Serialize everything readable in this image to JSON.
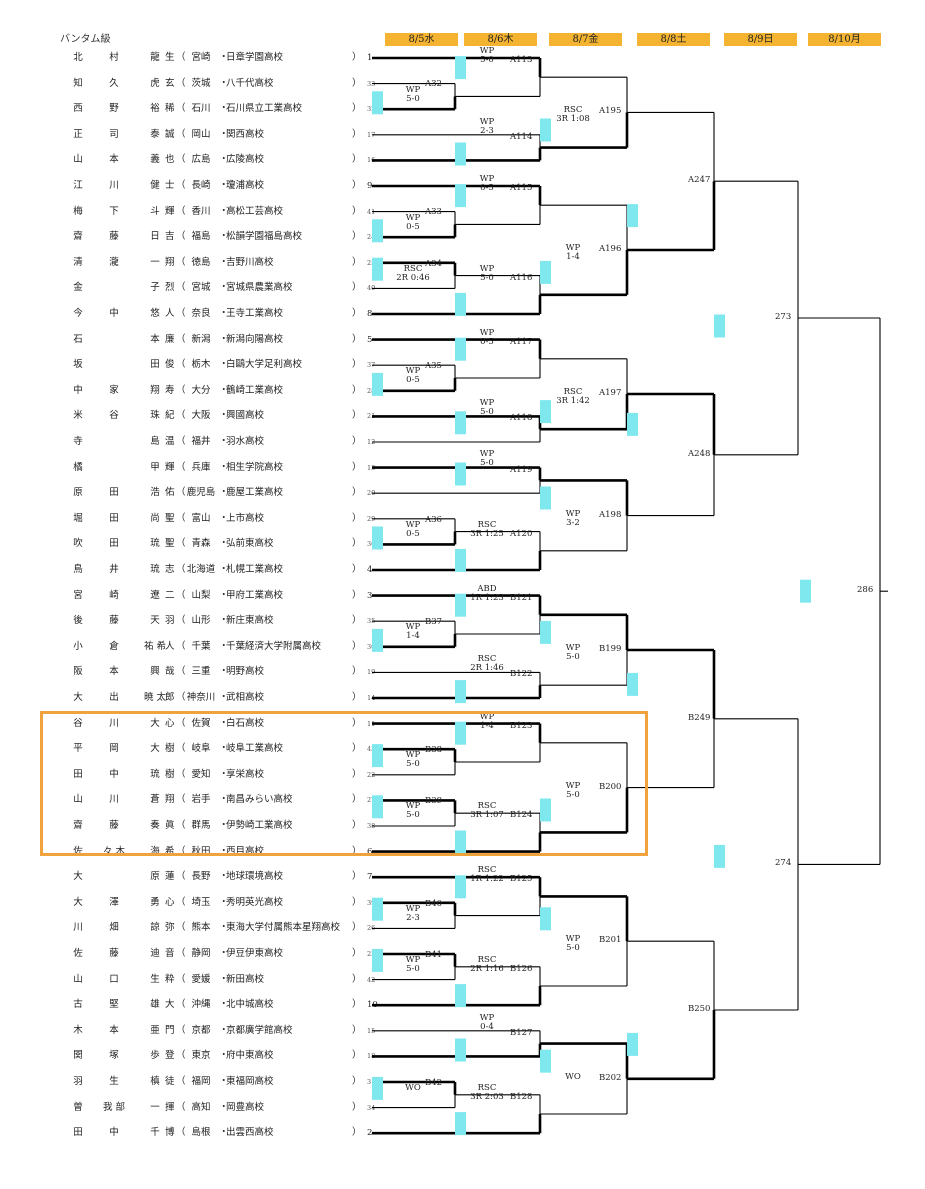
{
  "category": "バンタム級",
  "dates": [
    "8/5水",
    "8/6木",
    "8/7金",
    "8/8土",
    "8/9日",
    "8/10月"
  ],
  "colors": {
    "date_bg": "#f4b431",
    "mark": "#7fe8ee",
    "highlight": "#f0a23c"
  },
  "entrants": [
    {
      "n1": "北",
      "n2": "村",
      "n3": "龍",
      "n4": "生",
      "pref": "宮崎",
      "school": "日章学園高校",
      "seed": "1"
    },
    {
      "n1": "知",
      "n2": "久",
      "n3": "虎",
      "n4": "玄",
      "pref": "茨城",
      "school": "八千代高校",
      "seed": "33"
    },
    {
      "n1": "西",
      "n2": "野",
      "n3": "裕",
      "n4": "稀",
      "pref": "石川",
      "school": "石川県立工業高校",
      "seed": "32"
    },
    {
      "n1": "正",
      "n2": "司",
      "n3": "泰",
      "n4": "誠",
      "pref": "岡山",
      "school": "関西高校",
      "seed": "17"
    },
    {
      "n1": "山",
      "n2": "本",
      "n3": "義",
      "n4": "也",
      "pref": "広島",
      "school": "広陵高校",
      "seed": "16"
    },
    {
      "n1": "江",
      "n2": "川",
      "n3": "健",
      "n4": "士",
      "pref": "長崎",
      "school": "瓊浦高校",
      "seed": "9"
    },
    {
      "n1": "梅",
      "n2": "下",
      "n3": "斗",
      "n4": "輝",
      "pref": "香川",
      "school": "高松工芸高校",
      "seed": "41"
    },
    {
      "n1": "齋",
      "n2": "藤",
      "n3": "日",
      "n4": "吉",
      "pref": "福島",
      "school": "松韻学園福島高校",
      "seed": "24"
    },
    {
      "n1": "清",
      "n2": "瀧",
      "n3": "一",
      "n4": "翔",
      "pref": "徳島",
      "school": "吉野川高校",
      "seed": "25"
    },
    {
      "n1": "金",
      "n2": "",
      "n3": "子",
      "n4": "烈",
      "pref": "宮城",
      "school": "宮城県農業高校",
      "seed": "40"
    },
    {
      "n1": "今",
      "n2": "中",
      "n3": "悠",
      "n4": "人",
      "pref": "奈良",
      "school": "王寺工業高校",
      "seed": "8"
    },
    {
      "n1": "石",
      "n2": "",
      "n3": "本",
      "n4": "廉",
      "pref": "新潟",
      "school": "新潟向陽高校",
      "seed": "5"
    },
    {
      "n1": "坂",
      "n2": "",
      "n3": "田",
      "n4": "俊",
      "pref": "栃木",
      "school": "白鷗大学足利高校",
      "seed": "37"
    },
    {
      "n1": "中",
      "n2": "家",
      "n3": "翔",
      "n4": "寿",
      "pref": "大分",
      "school": "鶴崎工業高校",
      "seed": "28"
    },
    {
      "n1": "米",
      "n2": "谷",
      "n3": "珠",
      "n4": "紀",
      "pref": "大阪",
      "school": "興國高校",
      "seed": "21"
    },
    {
      "n1": "寺",
      "n2": "",
      "n3": "島",
      "n4": "温",
      "pref": "福井",
      "school": "羽水高校",
      "seed": "12"
    },
    {
      "n1": "橘",
      "n2": "",
      "n3": "甲",
      "n4": "輝",
      "pref": "兵庫",
      "school": "相生学院高校",
      "seed": "13"
    },
    {
      "n1": "原",
      "n2": "田",
      "n3": "浩",
      "n4": "佑",
      "pref": "鹿児島",
      "school": "鹿屋工業高校",
      "seed": "20"
    },
    {
      "n1": "堀",
      "n2": "田",
      "n3": "尚",
      "n4": "聖",
      "pref": "富山",
      "school": "上市高校",
      "seed": "29"
    },
    {
      "n1": "吹",
      "n2": "田",
      "n3": "琉",
      "n4": "聖",
      "pref": "青森",
      "school": "弘前東高校",
      "seed": "36"
    },
    {
      "n1": "鳥",
      "n2": "井",
      "n3": "琉",
      "n4": "志",
      "pref": "北海道",
      "school": "札幌工業高校",
      "seed": "4"
    },
    {
      "n1": "宮",
      "n2": "崎",
      "n3": "遼",
      "n4": "二",
      "pref": "山梨",
      "school": "甲府工業高校",
      "seed": "3"
    },
    {
      "n1": "後",
      "n2": "藤",
      "n3": "天",
      "n4": "羽",
      "pref": "山形",
      "school": "新庄東高校",
      "seed": "35"
    },
    {
      "n1": "小",
      "n2": "倉",
      "n3": "祐 希",
      "n4": "人",
      "pref": "千葉",
      "school": "千葉経済大学附属高校",
      "seed": "30"
    },
    {
      "n1": "阪",
      "n2": "本",
      "n3": "興",
      "n4": "哉",
      "pref": "三重",
      "school": "明野高校",
      "seed": "19"
    },
    {
      "n1": "大",
      "n2": "出",
      "n3": "暁 太",
      "n4": "郎",
      "pref": "神奈川",
      "school": "武相高校",
      "seed": "14"
    },
    {
      "n1": "谷",
      "n2": "川",
      "n3": "大",
      "n4": "心",
      "pref": "佐賀",
      "school": "白石高校",
      "seed": "11"
    },
    {
      "n1": "平",
      "n2": "岡",
      "n3": "大",
      "n4": "樹",
      "pref": "岐阜",
      "school": "岐阜工業高校",
      "seed": "43"
    },
    {
      "n1": "田",
      "n2": "中",
      "n3": "琉",
      "n4": "樹",
      "pref": "愛知",
      "school": "享栄高校",
      "seed": "22"
    },
    {
      "n1": "山",
      "n2": "川",
      "n3": "蒼",
      "n4": "翔",
      "pref": "岩手",
      "school": "南昌みらい高校",
      "seed": "27"
    },
    {
      "n1": "齋",
      "n2": "藤",
      "n3": "奏",
      "n4": "眞",
      "pref": "群馬",
      "school": "伊勢崎工業高校",
      "seed": "38"
    },
    {
      "n1": "佐",
      "n2": "々 木",
      "n3": "海",
      "n4": "希",
      "pref": "秋田",
      "school": "西目高校",
      "seed": "6"
    },
    {
      "n1": "大",
      "n2": "",
      "n3": "原",
      "n4": "蓮",
      "pref": "長野",
      "school": "地球環境高校",
      "seed": "7"
    },
    {
      "n1": "大",
      "n2": "澤",
      "n3": "勇",
      "n4": "心",
      "pref": "埼玉",
      "school": "秀明英光高校",
      "seed": "39"
    },
    {
      "n1": "川",
      "n2": "畑",
      "n3": "諒",
      "n4": "弥",
      "pref": "熊本",
      "school": "東海大学付属熊本星翔高校",
      "seed": "26"
    },
    {
      "n1": "佐",
      "n2": "藤",
      "n3": "迪",
      "n4": "音",
      "pref": "静岡",
      "school": "伊豆伊東高校",
      "seed": "23"
    },
    {
      "n1": "山",
      "n2": "口",
      "n3": "生",
      "n4": "粋",
      "pref": "愛媛",
      "school": "新田高校",
      "seed": "42"
    },
    {
      "n1": "古",
      "n2": "堅",
      "n3": "雄",
      "n4": "大",
      "pref": "沖縄",
      "school": "北中城高校",
      "seed": "10"
    },
    {
      "n1": "木",
      "n2": "本",
      "n3": "亜",
      "n4": "門",
      "pref": "京都",
      "school": "京都廣学館高校",
      "seed": "15"
    },
    {
      "n1": "関",
      "n2": "塚",
      "n3": "歩",
      "n4": "登",
      "pref": "東京",
      "school": "府中東高校",
      "seed": "18"
    },
    {
      "n1": "羽",
      "n2": "生",
      "n3": "槙",
      "n4": "徒",
      "pref": "福岡",
      "school": "東福岡高校",
      "seed": "31"
    },
    {
      "n1": "曽",
      "n2": "我 部",
      "n3": "一",
      "n4": "揮",
      "pref": "高知",
      "school": "岡豊高校",
      "seed": "34"
    },
    {
      "n1": "田",
      "n2": "中",
      "n3": "千",
      "n4": "博",
      "pref": "島根",
      "school": "出雲西高校",
      "seed": "2"
    }
  ],
  "bouts": {
    "A32": {
      "label": "A32",
      "result": "WP\n5-0"
    },
    "A33": {
      "label": "A33",
      "result": "WP\n0-5"
    },
    "A34": {
      "label": "A34",
      "result": "RSC\n2R 0:46"
    },
    "A35": {
      "label": "A35",
      "result": "WP\n0-5"
    },
    "A36": {
      "label": "A36",
      "result": "WP\n0-5"
    },
    "B37": {
      "label": "B37",
      "result": "WP\n1-4"
    },
    "B38": {
      "label": "B38",
      "result": "WP\n5-0"
    },
    "B39": {
      "label": "B39",
      "result": "WP\n5-0"
    },
    "B40": {
      "label": "B40",
      "result": "WP\n2-3"
    },
    "B41": {
      "label": "B41",
      "result": "WP\n5-0"
    },
    "B42": {
      "label": "B42",
      "result": "WO"
    },
    "A113": {
      "label": "A113",
      "result": "WP\n5-0"
    },
    "A114": {
      "label": "A114",
      "result": "WP\n2-3"
    },
    "A115": {
      "label": "A115",
      "result": "WP\n0-5"
    },
    "A116": {
      "label": "A116",
      "result": "WP\n5-0"
    },
    "A117": {
      "label": "A117",
      "result": "WP\n0-5"
    },
    "A118": {
      "label": "A118",
      "result": "WP\n5-0"
    },
    "A119": {
      "label": "A119",
      "result": "WP\n5-0"
    },
    "A120": {
      "label": "A120",
      "result": "RSC\n3R 1:25"
    },
    "B121": {
      "label": "B121",
      "result": "ABD\n1R 1:23"
    },
    "B122": {
      "label": "B122",
      "result": "RSC\n2R 1:46"
    },
    "B123": {
      "label": "B123",
      "result": "WP\n1-4"
    },
    "B124": {
      "label": "B124",
      "result": "RSC\n3R 1:07"
    },
    "B125": {
      "label": "B125",
      "result": "RSC\n1R 1:22"
    },
    "B126": {
      "label": "B126",
      "result": "RSC\n2R 1:16"
    },
    "B127": {
      "label": "B127",
      "result": "WP\n0-4"
    },
    "B128": {
      "label": "B128",
      "result": "RSC\n3R 2:03"
    },
    "A195": {
      "label": "A195",
      "result": "RSC\n3R 1:08"
    },
    "A196": {
      "label": "A196",
      "result": "WP\n1-4"
    },
    "A197": {
      "label": "A197",
      "result": "RSC\n3R 1:42"
    },
    "A198": {
      "label": "A198",
      "result": "WP\n3-2"
    },
    "B199": {
      "label": "B199",
      "result": "WP\n5-0"
    },
    "B200": {
      "label": "B200",
      "result": "WP\n5-0"
    },
    "B201": {
      "label": "B201",
      "result": "WP\n5-0"
    },
    "B202": {
      "label": "B202",
      "result": "WO"
    },
    "A247": {
      "label": "A247",
      "result": ""
    },
    "A248": {
      "label": "A248",
      "result": ""
    },
    "B249": {
      "label": "B249",
      "result": ""
    },
    "B250": {
      "label": "B250",
      "result": ""
    },
    "273": {
      "label": "273",
      "result": ""
    },
    "274": {
      "label": "274",
      "result": ""
    },
    "286": {
      "label": "286",
      "result": ""
    }
  }
}
